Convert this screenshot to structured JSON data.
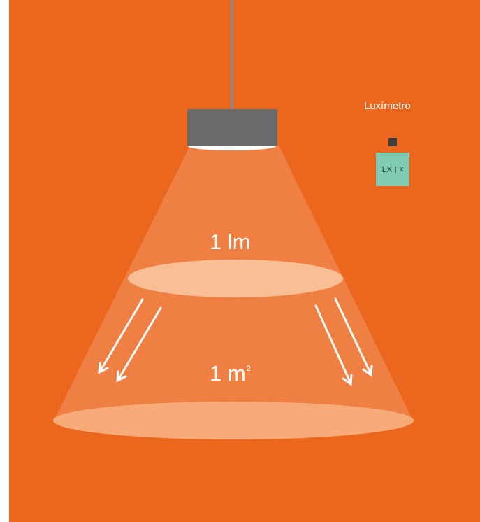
{
  "scene": {
    "background_color": "#ec671e",
    "light_cone_color": "#f5a26a",
    "lamp_color": "#6b6b6b",
    "arrow_color": "#ffffff"
  },
  "luxmeter": {
    "title": "Luxímetro",
    "display_part1": "LX",
    "display_part2": "I",
    "display_part3": "x",
    "body_color": "#7fcbb3",
    "sensor_color": "#3f3f3f"
  },
  "labels": {
    "lumen": "1 lm",
    "area_value": "1 m",
    "area_exponent": "2"
  },
  "icons": {
    "lamp": "pendant-lamp-icon",
    "arrows": "down-arrow-icon"
  }
}
